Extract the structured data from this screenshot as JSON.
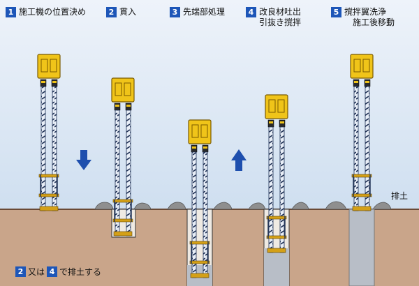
{
  "steps": [
    {
      "num": "1",
      "text": [
        "施工機の位置決め"
      ]
    },
    {
      "num": "2",
      "text": [
        "貫入"
      ]
    },
    {
      "num": "3",
      "text": [
        "先端部処理"
      ]
    },
    {
      "num": "4",
      "text": [
        "改良材吐出",
        "引抜き撹拌"
      ]
    },
    {
      "num": "5",
      "text": [
        "撹拌翼洗浄",
        "施工後移動"
      ]
    }
  ],
  "soil_label": "排土",
  "footnote": {
    "num_a": "2",
    "word1": "又は",
    "num_b": "4",
    "word2": "で排土する"
  },
  "colors": {
    "sky": "#dbe8f5",
    "ground": "#c9a58a",
    "machine": "#f0c419",
    "rod": "#1b2d52",
    "arrow": "#1e4fae",
    "badge": "#1d56b8",
    "mound": "#8f8f8f",
    "improved_column": "#b8bec7"
  },
  "icons": [
    "down-arrow-icon",
    "up-arrow-icon"
  ]
}
